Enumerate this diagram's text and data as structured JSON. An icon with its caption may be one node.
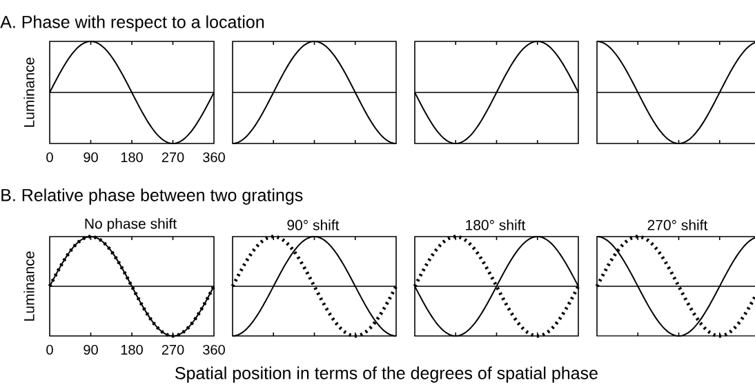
{
  "diagram": {
    "labels": [
      "A.  Phase with respect to a location",
      "Luminance",
      "0",
      "90",
      "180",
      "270",
      "360",
      "B. Relative phase between two gratings",
      "No phase shift",
      "90° shift",
      "180° shift",
      "270° shift",
      "Luminance",
      "0",
      "90",
      "180",
      "270",
      "360",
      "Spatial position in terms of the degrees of spatial phase"
    ]
  }
}
